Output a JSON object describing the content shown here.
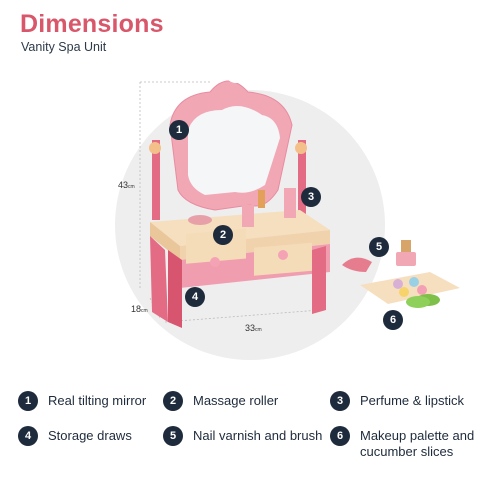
{
  "header": {
    "title": "Dimensions",
    "subtitle": "Vanity Spa Unit"
  },
  "dimensions": {
    "height": "43",
    "depth": "18",
    "width": "33",
    "unit": "cm"
  },
  "callouts": [
    "1",
    "2",
    "3",
    "4",
    "5",
    "6"
  ],
  "legend": [
    {
      "num": "1",
      "label": "Real tilting mirror"
    },
    {
      "num": "2",
      "label": "Massage roller"
    },
    {
      "num": "3",
      "label": "Perfume & lipstick"
    },
    {
      "num": "4",
      "label": "Storage draws"
    },
    {
      "num": "5",
      "label": "Nail varnish and brush"
    },
    {
      "num": "6",
      "label": "Makeup palette and cucumber slices"
    }
  ],
  "colors": {
    "title": "#d9576a",
    "badge": "#1e2b3c",
    "pink": "#f2a7b5",
    "wood": "#f3d8b4"
  }
}
